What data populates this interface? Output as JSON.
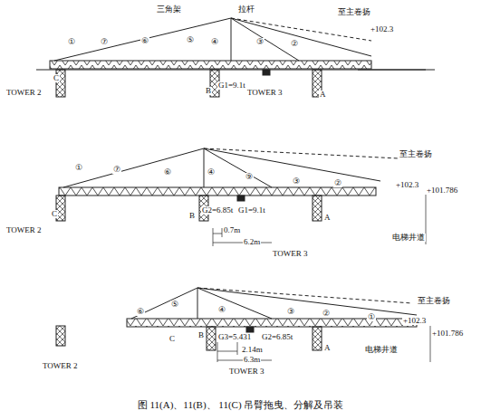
{
  "diagram": {
    "caption": "图 11(A)、11(B)、 11(C)   吊臂拖曳、分解及吊装",
    "labels": [
      "三角架",
      "拉杆",
      "至主卷扬",
      "+102.3",
      "①",
      "⑦",
      "⑥",
      "⑤",
      "④",
      "③",
      "②",
      "C",
      "TOWER 2",
      "B",
      "G1=9.1t",
      "A",
      "TOWER 3",
      "至主卷扬",
      "+102.3",
      "+101.786",
      "①",
      "⑦",
      "⑥",
      "④",
      "⑨",
      "③",
      "②",
      "C",
      "TOWER 2",
      "B",
      "G2=6.85t",
      "G1=9.1t",
      "0.7m",
      "6.2m",
      "A",
      "TOWER 3",
      "电梯井道",
      "至主卷扬",
      "+102.3",
      "+101.786",
      "⑥",
      "⑤",
      "④",
      "③",
      "②",
      "①",
      "C",
      "TOWER 2",
      "B",
      "G3=5.431",
      "G2=6.85t",
      "2.14m",
      "6.3m",
      "TOWER 3",
      "A",
      "电梯井道"
    ]
  }
}
